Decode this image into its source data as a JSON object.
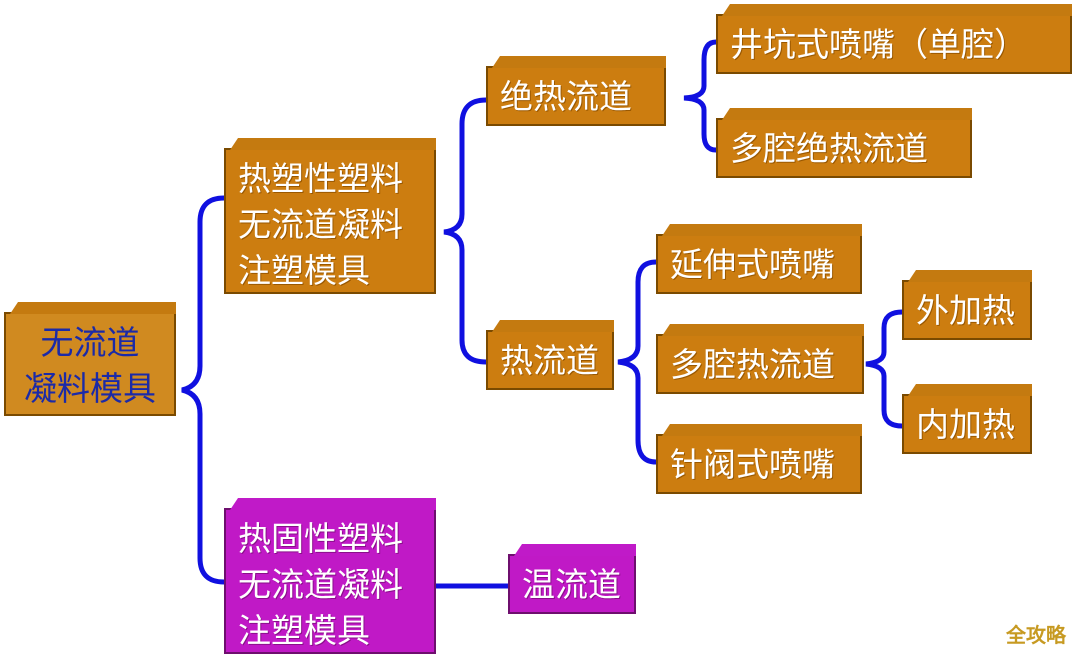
{
  "nodes": {
    "root": [
      "无流道",
      "凝料模具"
    ],
    "thermoplastic": [
      "热塑性塑料",
      "无流道凝料",
      "注塑模具"
    ],
    "thermoset": [
      "热固性塑料",
      "无流道凝料",
      "注塑模具"
    ],
    "insulated_runner": [
      "绝热流道"
    ],
    "hot_runner": [
      "热流道"
    ],
    "warm_runner": [
      "温流道"
    ],
    "well_nozzle": [
      "井坑式喷嘴（单腔）"
    ],
    "multi_insulated": [
      "多腔绝热流道"
    ],
    "extended_nozzle": [
      "延伸式喷嘴"
    ],
    "multi_hot": [
      "多腔热流道"
    ],
    "valve_nozzle": [
      "针阀式喷嘴"
    ],
    "external_heat": [
      "外加热"
    ],
    "internal_heat": [
      "内加热"
    ]
  },
  "watermark": "全攻略",
  "colors": {
    "orange": "#cc7d10",
    "purple": "#c019c6",
    "connector": "#1010e0",
    "root_text": "#1b2aa8",
    "watermark": "#c79a22"
  }
}
